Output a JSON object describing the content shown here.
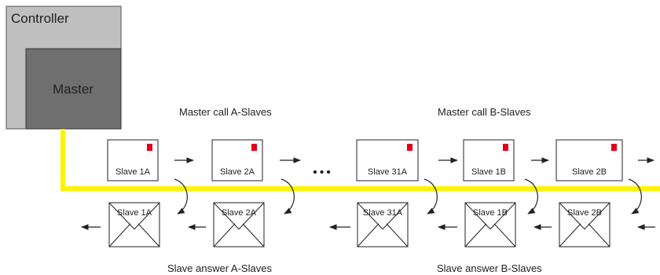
{
  "controller": {
    "label": "Controller",
    "master_label": "Master"
  },
  "colors": {
    "controller_fill": "#bfbfbf",
    "master_fill": "#6f6f6f",
    "bus": "#fff200",
    "flag": "#e0001b",
    "stroke": "#222222"
  },
  "sections": {
    "master_call_a": "Master call A-Slaves",
    "master_call_b": "Master call B-Slaves",
    "slave_answer_a": "Slave answer A-Slaves",
    "slave_answer_b": "Slave answer B-Slaves"
  },
  "ellipsis": "•••",
  "calls": [
    "Slave 1A",
    "Slave 2A",
    "Slave 31A",
    "Slave 1B",
    "Slave 2B"
  ],
  "answers": [
    "Slave 1A",
    "Slave 2A",
    "Slave 31A",
    "Slave 1B",
    "Slave 2B"
  ]
}
